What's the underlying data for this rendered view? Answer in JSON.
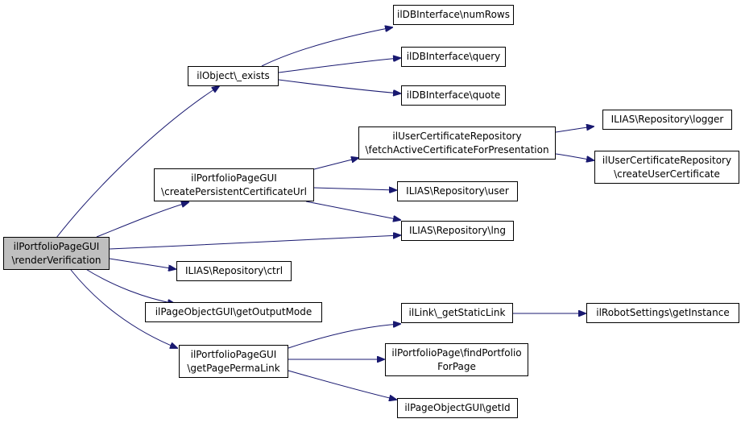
{
  "nodes": {
    "render_verification": [
      "ilPortfolioPageGUI",
      "\\renderVerification"
    ],
    "object_exists": [
      "ilObject\\_exists"
    ],
    "db_numrows": [
      "ilDBInterface\\numRows"
    ],
    "db_query": [
      "ilDBInterface\\query"
    ],
    "db_quote": [
      "ilDBInterface\\quote"
    ],
    "create_persistent_url": [
      "ilPortfolioPageGUI",
      "\\createPersistentCertificateUrl"
    ],
    "fetch_active_cert": [
      "ilUserCertificateRepository",
      "\\fetchActiveCertificateForPresentation"
    ],
    "repo_logger": [
      "ILIAS\\Repository\\logger"
    ],
    "create_user_cert": [
      "ilUserCertificateRepository",
      "\\createUserCertificate"
    ],
    "repo_user": [
      "ILIAS\\Repository\\user"
    ],
    "repo_lng": [
      "ILIAS\\Repository\\lng"
    ],
    "repo_ctrl": [
      "ILIAS\\Repository\\ctrl"
    ],
    "get_output_mode": [
      "ilPageObjectGUI\\getOutputMode"
    ],
    "get_page_perma_link": [
      "ilPortfolioPageGUI",
      "\\getPagePermaLink"
    ],
    "get_static_link": [
      "ilLink\\_getStaticLink"
    ],
    "robot_get_instance": [
      "ilRobotSettings\\getInstance"
    ],
    "find_portfolio_for_page": [
      "ilPortfolioPage\\findPortfolio",
      "ForPage"
    ],
    "get_id": [
      "ilPageObjectGUI\\getId"
    ]
  },
  "edges": [
    [
      "render_verification",
      "object_exists"
    ],
    [
      "object_exists",
      "db_numrows"
    ],
    [
      "object_exists",
      "db_query"
    ],
    [
      "object_exists",
      "db_quote"
    ],
    [
      "render_verification",
      "create_persistent_url"
    ],
    [
      "create_persistent_url",
      "fetch_active_cert"
    ],
    [
      "fetch_active_cert",
      "repo_logger"
    ],
    [
      "fetch_active_cert",
      "create_user_cert"
    ],
    [
      "create_persistent_url",
      "repo_user"
    ],
    [
      "create_persistent_url",
      "repo_lng"
    ],
    [
      "render_verification",
      "repo_lng"
    ],
    [
      "render_verification",
      "repo_ctrl"
    ],
    [
      "render_verification",
      "get_output_mode"
    ],
    [
      "render_verification",
      "get_page_perma_link"
    ],
    [
      "get_page_perma_link",
      "get_static_link"
    ],
    [
      "get_static_link",
      "robot_get_instance"
    ],
    [
      "get_page_perma_link",
      "find_portfolio_for_page"
    ],
    [
      "get_page_perma_link",
      "get_id"
    ]
  ],
  "colors": {
    "edge": "#191970",
    "root_fill": "#bfbfbf",
    "node_fill": "#ffffff",
    "border": "#000000"
  }
}
